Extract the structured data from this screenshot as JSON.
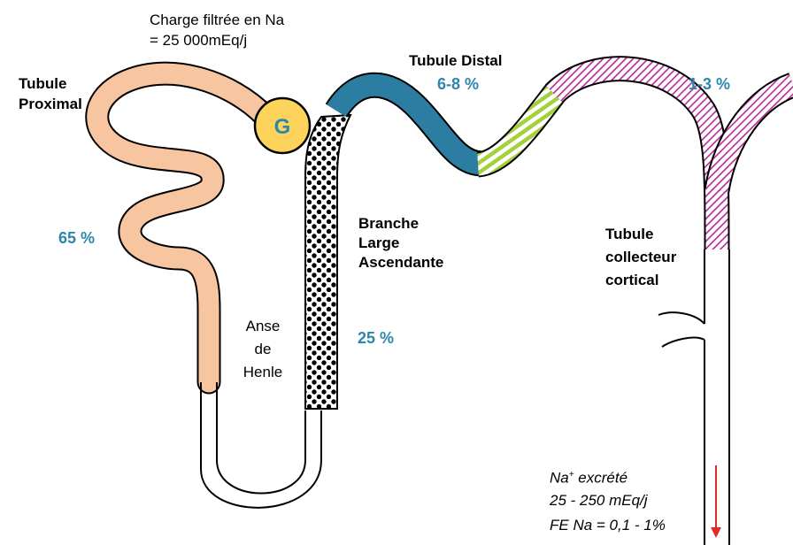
{
  "charge": {
    "line1": "Charge filtrée en Na",
    "line2": "= 25 000mEq/j"
  },
  "glomerulus_letter": "G",
  "segments": {
    "proximal": {
      "line1": "Tubule",
      "line2": "Proximal",
      "percent": "65 %"
    },
    "anse": {
      "line1": "Anse",
      "line2": "de",
      "line3": "Henle"
    },
    "branche": {
      "line1": "Branche",
      "line2": "Large",
      "line3": "Ascendante",
      "percent": "25 %"
    },
    "distal": {
      "title": "Tubule Distal",
      "percent": "6-8 %"
    },
    "collecteur": {
      "line1": "Tubule",
      "line2": "collecteur",
      "line3": "cortical",
      "percent": "1-3 %"
    }
  },
  "excretion": {
    "line1_base": "Na",
    "line1_sup": "+",
    "line1_rest": " excrété",
    "line2": "25 - 250 mEq/j",
    "line3": "FE Na = 0,1 - 1%"
  },
  "colors": {
    "proximal": "#f7c59f",
    "glomerulus": "#fdd35c",
    "distal": "#2b7ea1",
    "green_stripes": "#a4d03c",
    "purple_hatch": "#b8299a",
    "arrow": "#e02b2b",
    "percent_text": "#2e86ab"
  }
}
